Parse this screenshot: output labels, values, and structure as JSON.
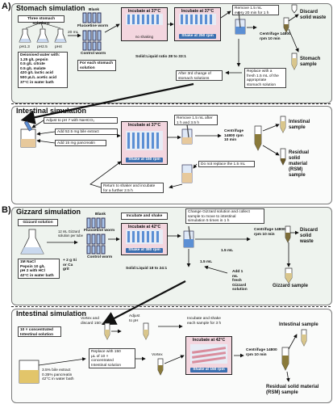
{
  "panel_a": {
    "letter": "A)",
    "stomach_title": "Stomach simulation",
    "stomach_solutions_box": "Three stomach solutions",
    "ph_labels": [
      "pH1.3",
      "pH2.5",
      "pH4"
    ],
    "deionised_box": [
      "Deionised water with:",
      "1.25 g/L pepsin",
      "0.5 g/L citrate",
      "0.5 g/L malate",
      "420 g/L lactic acid",
      "500 µL/L acetic acid",
      "37°C in water bath"
    ],
    "blank_label": "Blank",
    "fluoxetine_label": "Fluoxetine worm",
    "twenty_ml": "20 mL",
    "control_label": "Control worm",
    "for_each_box": [
      "For each stomach",
      "solution"
    ],
    "incubate_noshake_1": "Incubate at 37°C",
    "incubate_noshake_2": "no shaking",
    "incubate_shake_1": "Incubate at 37°C",
    "shake_250": "Shake at 250 rpm",
    "solid_liquid_a": "Solid:Liquid ratio 28 to 33:1",
    "after_3rd_box": [
      "After 3rd change of",
      "stomach solutions"
    ],
    "remove_box": [
      "Remove 1.5 mL",
      "every 20 min for 1 h"
    ],
    "centrifuge_a1": [
      "Centrifuge 14800",
      "rpm 10 min"
    ],
    "replace_box": [
      "Replace with a",
      "fresh 1.5 mL of the",
      "appropriate",
      "stomach solution"
    ],
    "discard_a": [
      "Discard",
      "solid waste"
    ],
    "stomach_sample": [
      "Stomach",
      "sample"
    ],
    "intestinal_title": "Intestinal simulation",
    "adjust_ph7": "Adjust to pH 7 with NaHCO₃",
    "add_bile": "Add 52.5 mg bile extract",
    "add_pancreatin": "Add 15 mg pancreatin",
    "incubate_int": "Incubate at 37°C",
    "shake_150_a": "Shake at 150 rpm",
    "remove_int": [
      "Remove 1.5 mL after",
      "1 h and 3.5 h"
    ],
    "centrifuge_a2": [
      "Centrifuge",
      "14800 rpm",
      "10 min"
    ],
    "intestinal_sample_a": [
      "Intestinal",
      "sample"
    ],
    "residual_a": [
      "Residual",
      "solid",
      "material",
      "(RSM)",
      "sample"
    ],
    "do_not_replace": "Do not replace the 1.5 mL",
    "return_box": [
      "Return to shaker and incubate",
      "for a further 2.5 h"
    ]
  },
  "panel_b": {
    "letter": "B)",
    "gizzard_title": "Gizzard simulation",
    "gizzard_solution_box": "Gizzard solution",
    "gizzard_note": [
      "12 mL Gizzard",
      "solution per tube"
    ],
    "gizzard_recipe": [
      "1M NaCl",
      "Pepsin 10 g/L",
      "pH 2 with HCl",
      "42°C in water bath"
    ],
    "grit_note": [
      "+ 2 g Si",
      "or Ca",
      "grit"
    ],
    "blank_label": "Blank",
    "fluoxetine_label": "Fluoxetine worm",
    "control_label": "Control worm",
    "incubate_shake_title": "Incubate and shake",
    "incubate_42": "Incubate at 42°C",
    "shake_380": "Shake at 380 rpm",
    "solid_liquid_b": "Solid:Liquid 18 to 24:1",
    "change_box": [
      "Change Gizzard solution and collect",
      "sample to move to intestinal",
      "simulation 5 times in 1 h"
    ],
    "vol_15_a": "1.5 mL",
    "vol_15_b": "1.5 mL",
    "centrifuge_b1": [
      "Centrifuge 14800",
      "rpm 10 min"
    ],
    "discard_b": [
      "Discard",
      "solid",
      "waste"
    ],
    "add_fresh": [
      "Add 1",
      "mL",
      "fresh",
      "Gizzard",
      "solution"
    ],
    "gizzard_sample": "Gizzard sample",
    "intestinal_title": "Intestinal simulation",
    "concentrated_box": [
      "10 × concentrated",
      "Intestinal solution"
    ],
    "vortex_discard": [
      "Vortex and",
      "discard 150 µL"
    ],
    "adjust_ph": [
      "Adjust",
      "to pH"
    ],
    "incubate_each": [
      "Incubate and shake",
      "each sample for 3 h"
    ],
    "bile_recipe": [
      "3.5% bile extract",
      "0.35% pancreatin",
      "42°C in water bath"
    ],
    "replace_150": [
      "Replace with 150",
      "µL of 10 ×",
      "concentrated",
      "Intestinal solution"
    ],
    "vortex": "Vortex",
    "incubate_42_int": "Incubate at 42°C",
    "shake_150_b": "Shake at 150 rpm",
    "centrifuge_b2": [
      "Centrifuge 14800",
      "rpm 10 min"
    ],
    "intestinal_sample_b": "Intestinal sample",
    "residual_b": [
      "Residual solid material",
      "(RSM) sample"
    ]
  },
  "colors": {
    "panel_bg": "#eef3ee",
    "incubator_pink": "#f3d6df",
    "shaker_blue": "#3b6fb0",
    "liquid_blue": "#5b8fd4",
    "sample_brown": "#8a7a3a"
  }
}
